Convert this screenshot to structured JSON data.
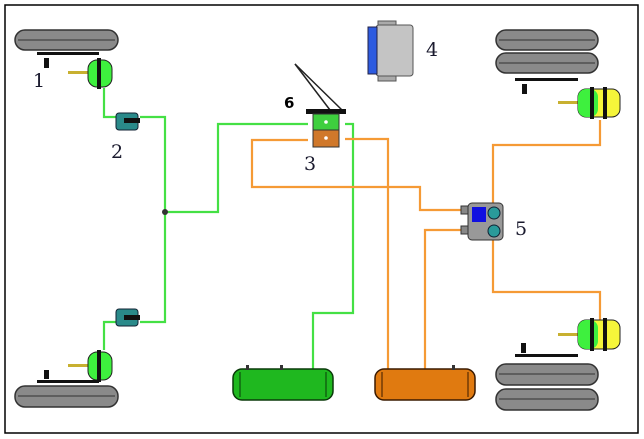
{
  "labels": {
    "l1": "1",
    "l2": "2",
    "l3": "3",
    "l4": "4",
    "l5": "5",
    "l6": "6"
  },
  "colors": {
    "supply_line": "#44e044",
    "control_line": "#f59a35",
    "green_tank": "#1fb81f",
    "orange_tank": "#e07a10",
    "module_accent": "#2d5be0",
    "valve": "#2a8a8a"
  }
}
